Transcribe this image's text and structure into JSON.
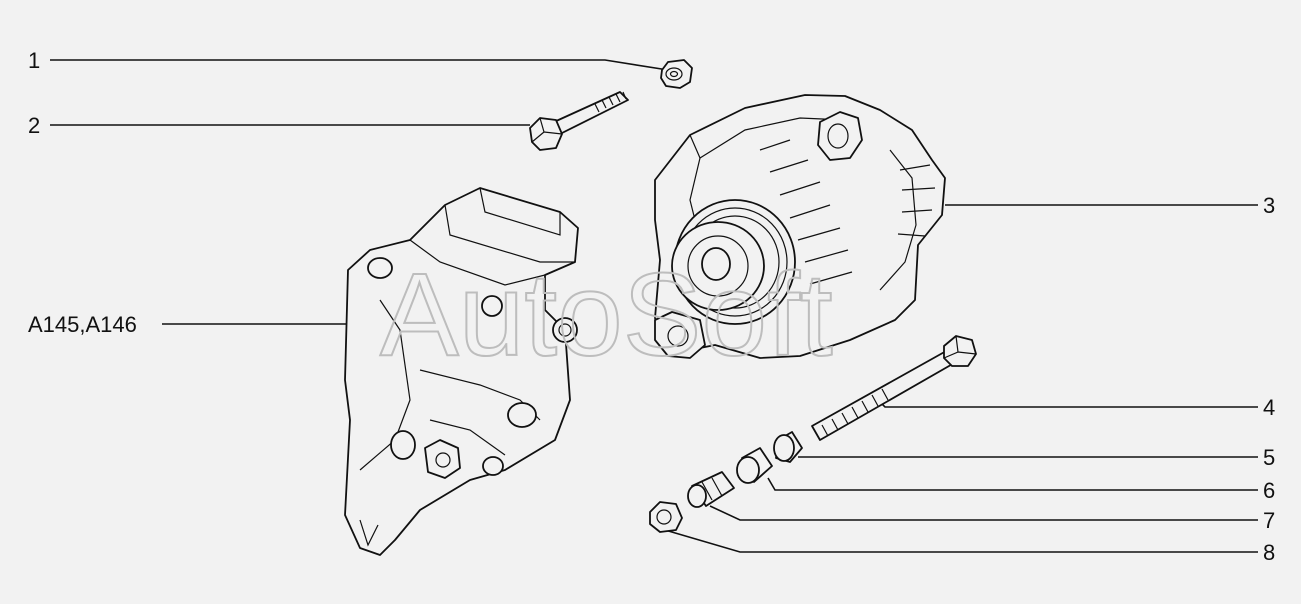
{
  "watermark": "AutoSoft",
  "callouts": [
    {
      "id": "1",
      "label": "1"
    },
    {
      "id": "2",
      "label": "2"
    },
    {
      "id": "3",
      "label": "3"
    },
    {
      "id": "4",
      "label": "4"
    },
    {
      "id": "5",
      "label": "5"
    },
    {
      "id": "6",
      "label": "6"
    },
    {
      "id": "7",
      "label": "7"
    },
    {
      "id": "8",
      "label": "8"
    },
    {
      "id": "bracket",
      "label": "A145,A146"
    }
  ],
  "colors": {
    "background": "#f2f2f2",
    "line": "#111111",
    "watermark": "#bdbdbd"
  }
}
